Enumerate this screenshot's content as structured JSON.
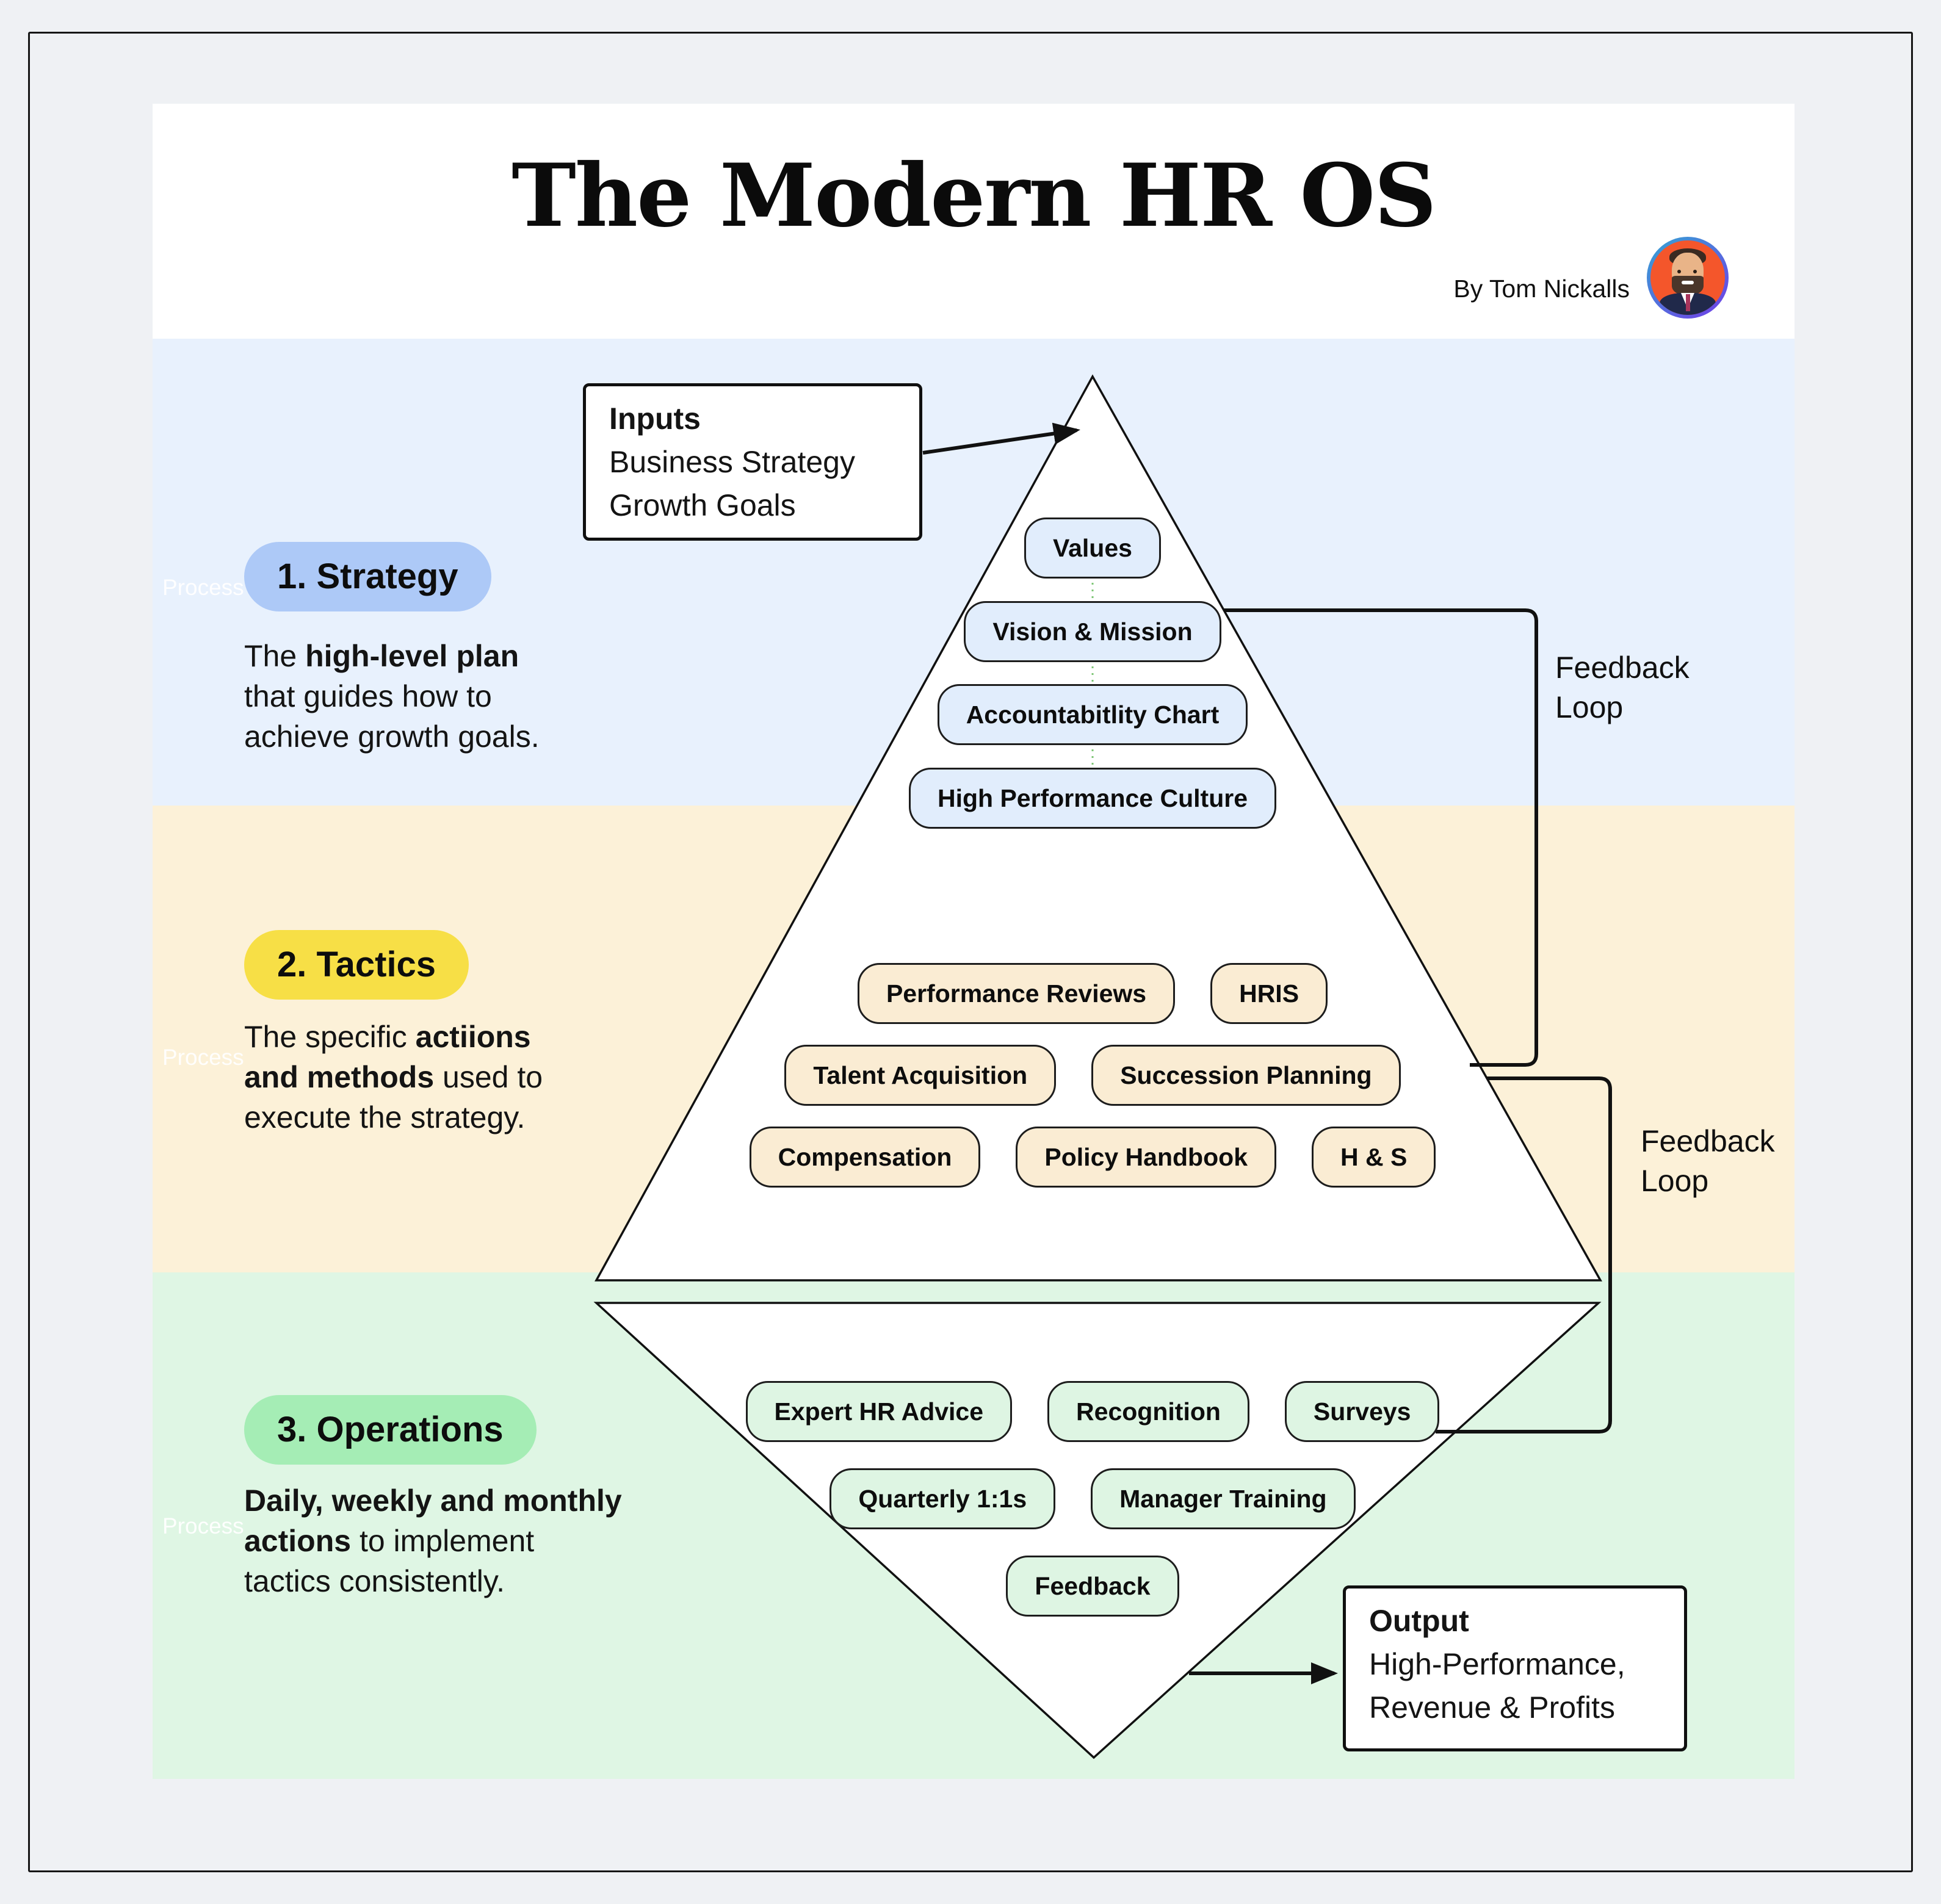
{
  "title": "The Modern HR OS",
  "byline": "By Tom Nickalls",
  "watermark": "Process",
  "inputs_box": {
    "title": "Inputs",
    "line1": "Business Strategy",
    "line2": "Growth Goals"
  },
  "output_box": {
    "title": "Output",
    "line1": "High-Performance,",
    "line2": "Revenue & Profits"
  },
  "feedback_loop_top": {
    "line1": "Feedback",
    "line2": "Loop"
  },
  "feedback_loop_bottom": {
    "line1": "Feedback",
    "line2": "Loop"
  },
  "sections": {
    "strategy": {
      "label": "1. Strategy",
      "desc": {
        "l1_pre": "The ",
        "l1_bold": "high-level plan",
        "l2": "that guides how to",
        "l3": "achieve growth goals."
      },
      "pills": [
        "Values",
        "Vision & Mission",
        "Accountabitlity Chart",
        "High Performance Culture"
      ]
    },
    "tactics": {
      "label": "2. Tactics",
      "desc": {
        "l1_pre": "The specific ",
        "l1_bold": "actiions",
        "l2_bold": "and methods",
        "l2_post": " used to",
        "l3": "execute the strategy."
      },
      "rows": [
        [
          "Performance Reviews",
          "HRIS"
        ],
        [
          "Talent Acquisition",
          "Succession Planning"
        ],
        [
          "Compensation",
          "Policy Handbook",
          "H & S"
        ]
      ]
    },
    "operations": {
      "label": "3. Operations",
      "desc": {
        "l1_bold": "Daily, weekly and monthly",
        "l2_bold": "actions",
        "l2_post": " to implement",
        "l3": "tactics consistently."
      },
      "rows": [
        [
          "Expert HR Advice",
          "Recognition",
          "Surveys"
        ],
        [
          "Quarterly 1:1s",
          "Manager Training"
        ],
        [
          "Feedback"
        ]
      ]
    }
  },
  "colors": {
    "page_background": "#eff1f4",
    "strategy_band": "#e8f1fd",
    "tactics_band": "#fcf1d8",
    "operations_band": "#dff6e4",
    "strategy_label_pill": "#adc9f7",
    "tactics_label_pill": "#f7df46",
    "operations_label_pill": "#a5edb5",
    "strategy_pill": "#e1edfc",
    "tactics_pill": "#faecd3",
    "operations_pill": "#def5e3",
    "line_color": "#111111",
    "dotted_connector": "#7cc674",
    "avatar_background": "#f4562b"
  }
}
